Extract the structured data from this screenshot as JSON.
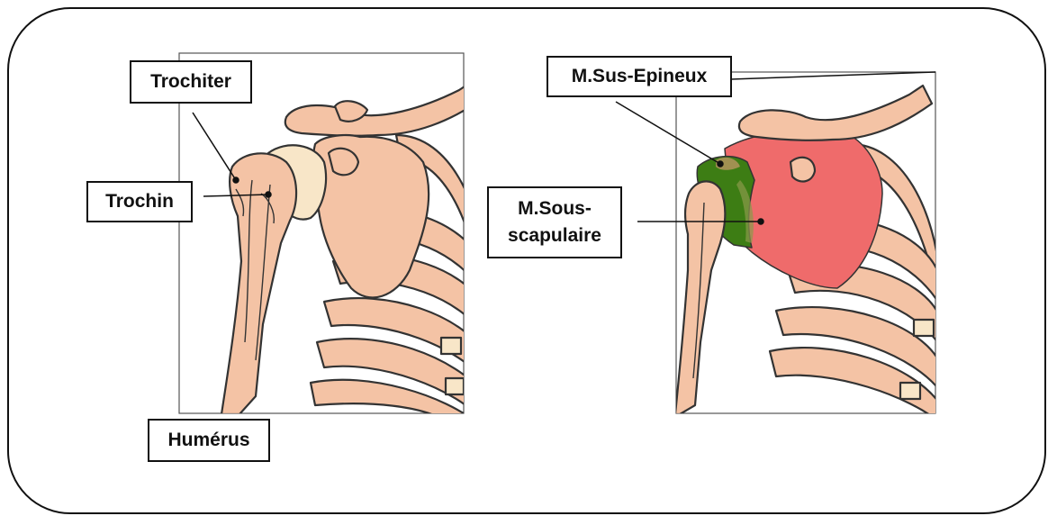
{
  "labels": {
    "trochiter": "Trochiter",
    "trochin": "Trochin",
    "humerus": "Humérus",
    "sus_epineux": "M.Sus-Epineux",
    "sous_scapulaire_line1": "M.Sous-",
    "sous_scapulaire_line2": "scapulaire"
  },
  "colors": {
    "bone": "#f4c3a5",
    "bone_light": "#f8e6c8",
    "muscle_red": "#ef6b6b",
    "muscle_green": "#3d7d14",
    "outline": "#222222"
  }
}
